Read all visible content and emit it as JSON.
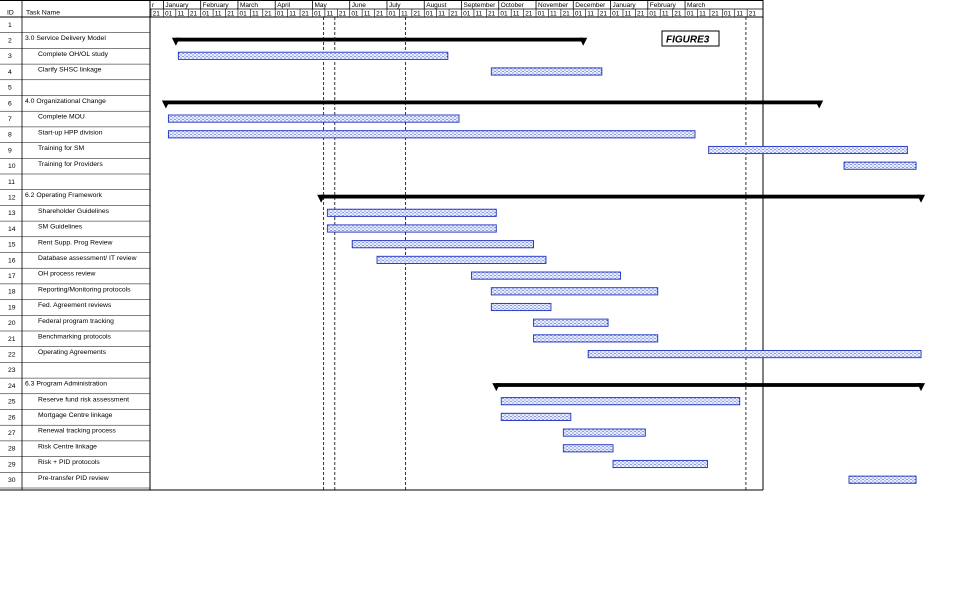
{
  "chart_data": {
    "type": "gantt",
    "header": {
      "id_label": "ID",
      "name_label": "Task Name"
    },
    "figure_label": "FIGURE3",
    "top_tier_partial": "r",
    "months": [
      "January",
      "February",
      "March",
      "April",
      "May",
      "June",
      "July",
      "August",
      "September",
      "October",
      "November",
      "December",
      "January",
      "February",
      "March"
    ],
    "bottom_tier": [
      "21",
      "01",
      "11",
      "21",
      "01",
      "11",
      "21",
      "01",
      "11",
      "21",
      "01",
      "11",
      "21",
      "01",
      "11",
      "21",
      "01",
      "11",
      "21",
      "01",
      "11",
      "21",
      "01",
      "11",
      "21",
      "01",
      "11",
      "21",
      "01",
      "11",
      "21",
      "01",
      "11",
      "21",
      "01",
      "11",
      "21",
      "01",
      "11",
      "21",
      "01",
      "11",
      "21",
      "01",
      "11",
      "21",
      "01",
      "11",
      "21"
    ],
    "timescale_start_index": 0,
    "markers": [
      13.9,
      14.8,
      20.5,
      47.9
    ],
    "tasks": [
      {
        "id": "1",
        "name": "",
        "type": "blank"
      },
      {
        "id": "2",
        "name": "3.0  Service Delivery Model",
        "type": "summary",
        "start": 2.0,
        "end": 34.8
      },
      {
        "id": "3",
        "name": "Complete OH/OL study",
        "type": "task",
        "start": 2.2,
        "end": 23.9
      },
      {
        "id": "4",
        "name": "Clarify SHSC linkage",
        "type": "task",
        "start": 27.4,
        "end": 36.3
      },
      {
        "id": "5",
        "name": "",
        "type": "blank"
      },
      {
        "id": "6",
        "name": "4.0  Organizational Change",
        "type": "summary",
        "start": 1.2,
        "end": 53.8
      },
      {
        "id": "7",
        "name": "Complete MOU",
        "type": "task",
        "start": 1.4,
        "end": 24.8
      },
      {
        "id": "8",
        "name": "Start-up HPP division",
        "type": "task",
        "start": 1.4,
        "end": 43.8
      },
      {
        "id": "9",
        "name": "Training for SM",
        "type": "task",
        "start": 44.9,
        "end": 60.9
      },
      {
        "id": "10",
        "name": "Training for Providers",
        "type": "task",
        "start": 55.8,
        "end": 61.6
      },
      {
        "id": "11",
        "name": "",
        "type": "blank"
      },
      {
        "id": "12",
        "name": "6.2  Operating Framework",
        "type": "summary",
        "start": 13.7,
        "end": 62.0
      },
      {
        "id": "13",
        "name": "Shareholder Guidelines",
        "type": "task",
        "start": 14.2,
        "end": 27.8
      },
      {
        "id": "14",
        "name": "SM Guidelines",
        "type": "task",
        "start": 14.2,
        "end": 27.8
      },
      {
        "id": "15",
        "name": "Rent Supp. Prog Review",
        "type": "task",
        "start": 16.2,
        "end": 30.8
      },
      {
        "id": "16",
        "name": "Database assessment/ IT review",
        "type": "task",
        "start": 18.2,
        "end": 31.8
      },
      {
        "id": "17",
        "name": "OH process review",
        "type": "task",
        "start": 25.8,
        "end": 37.8
      },
      {
        "id": "18",
        "name": "Reporting/Monitoring protocols",
        "type": "task",
        "start": 27.4,
        "end": 40.8
      },
      {
        "id": "19",
        "name": "Fed. Agreement reviews",
        "type": "task",
        "start": 27.4,
        "end": 32.2
      },
      {
        "id": "20",
        "name": "Federal program tracking",
        "type": "task",
        "start": 30.8,
        "end": 36.8
      },
      {
        "id": "21",
        "name": "Benchmarking protocols",
        "type": "task",
        "start": 30.8,
        "end": 40.8
      },
      {
        "id": "22",
        "name": "Operating Agreements",
        "type": "task",
        "start": 35.2,
        "end": 62.0
      },
      {
        "id": "23",
        "name": "",
        "type": "blank"
      },
      {
        "id": "24",
        "name": "6.3  Program Administration",
        "type": "summary",
        "start": 27.8,
        "end": 62.0
      },
      {
        "id": "25",
        "name": "Reserve fund risk assessment",
        "type": "task",
        "start": 28.2,
        "end": 47.4
      },
      {
        "id": "26",
        "name": "Mortgage Centre linkage",
        "type": "task",
        "start": 28.2,
        "end": 33.8
      },
      {
        "id": "27",
        "name": "Renewal tracking process",
        "type": "task",
        "start": 33.2,
        "end": 39.8
      },
      {
        "id": "28",
        "name": "Risk Centre linkage",
        "type": "task",
        "start": 33.2,
        "end": 37.2
      },
      {
        "id": "29",
        "name": "Risk + PID protocols",
        "type": "task",
        "start": 37.2,
        "end": 44.8
      },
      {
        "id": "30",
        "name": "Pre-transfer PID review",
        "type": "task",
        "start": 56.2,
        "end": 61.6
      }
    ],
    "colors": {
      "bar_fill": "#e8eefc",
      "bar_stroke": "#1a2fbf",
      "dot": "#1a2fbf",
      "summary": "#000000",
      "grid": "#000000"
    }
  }
}
